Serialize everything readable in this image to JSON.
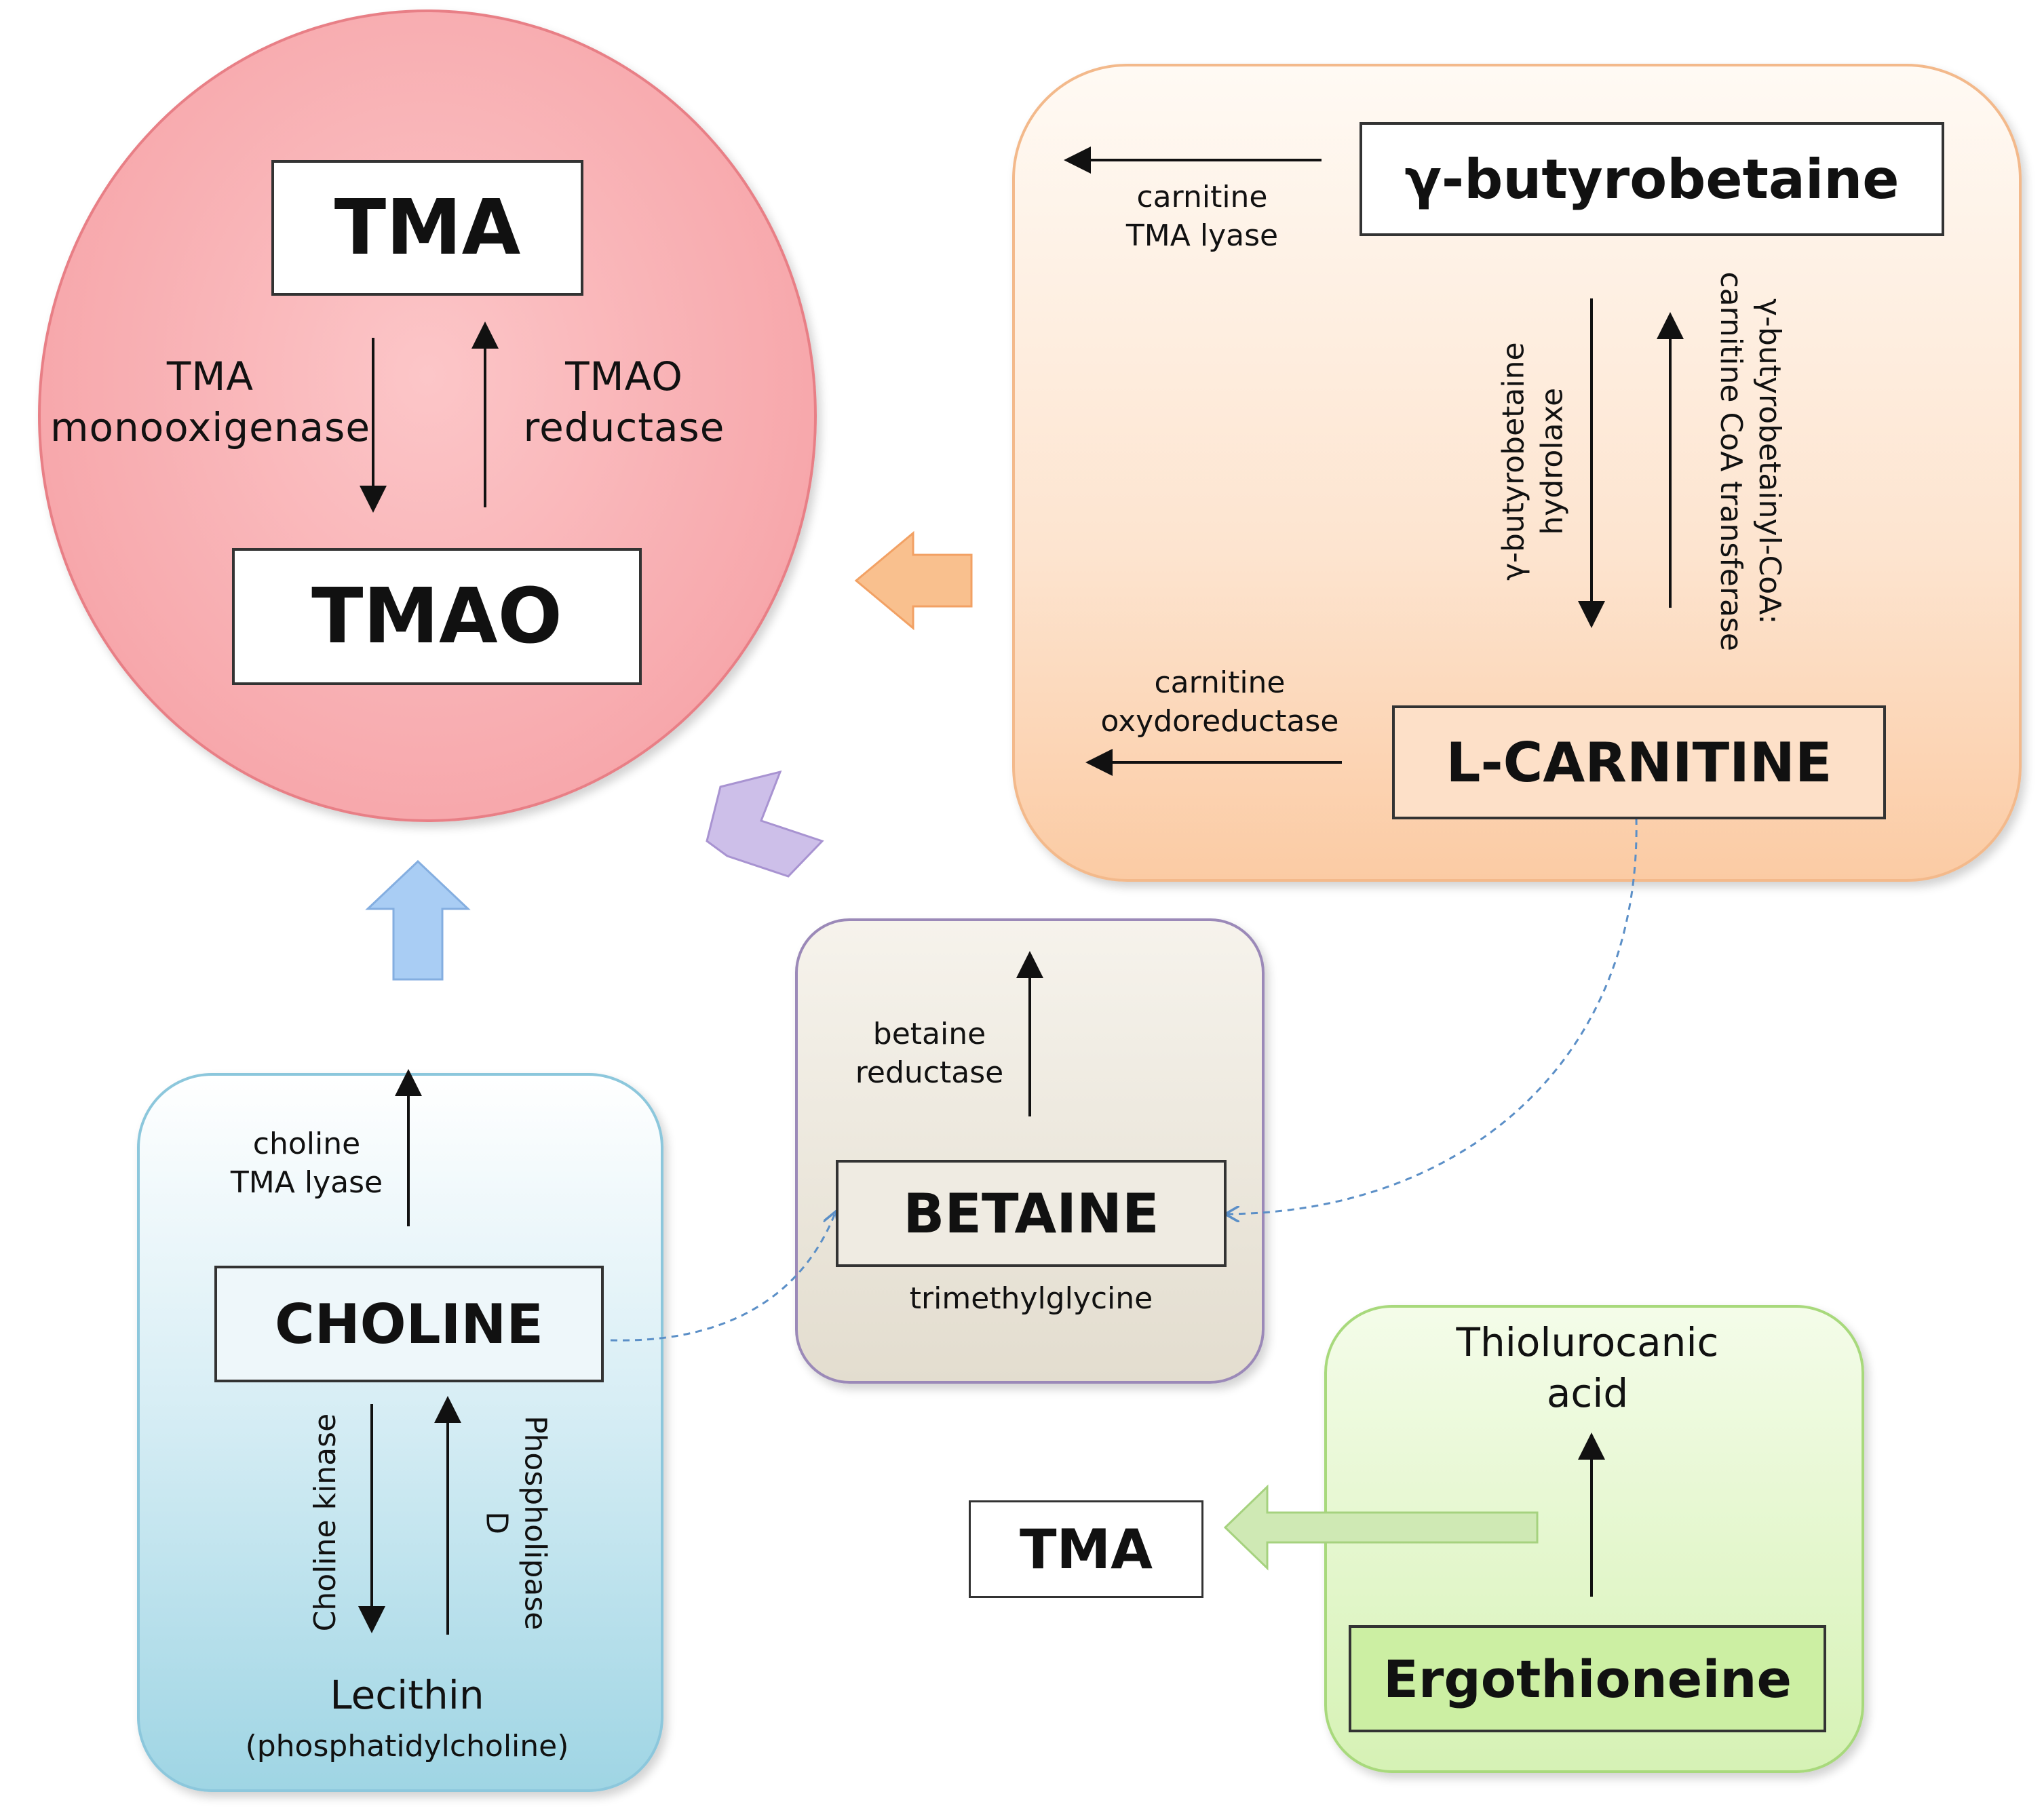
{
  "tmao_circle": {
    "tma": "TMA",
    "tmao": "TMAO",
    "monooxygenase": [
      "TMA",
      "monooxigenase"
    ],
    "reductase": [
      "TMAO",
      "reductase"
    ]
  },
  "carnitine_group": {
    "butyrobetaine": "γ-butyrobetaine",
    "lcarnitine": "L-CARNITINE",
    "lyase": [
      "carnitine",
      "TMA lyase"
    ],
    "oxydoreductase": [
      "carnitine",
      "oxydoreductase"
    ],
    "hydrolaxe": [
      "γ-butyrobetaine",
      "hydrolaxe"
    ],
    "transferase": [
      "γ-butyrobetainyl-CoA:",
      "carnitine CoA transferase"
    ]
  },
  "choline_group": {
    "choline": "CHOLINE",
    "lyase": [
      "choline",
      "TMA lyase"
    ],
    "kinase": "Choline kinase",
    "phospholipase": [
      "Phospholipase",
      "D"
    ],
    "lecithin": "Lecithin",
    "lecithin_sub": "(phosphatidylcholine)"
  },
  "betaine_group": {
    "betaine": "BETAINE",
    "sub": "trimethylglycine",
    "reductase": [
      "betaine",
      "reductase"
    ]
  },
  "ergo_group": {
    "ergothioneine": "Ergothioneine",
    "acid": [
      "Thiolurocanic",
      "acid"
    ],
    "tma": "TMA"
  },
  "colors": {
    "circle_fill": "#f7a8ac",
    "carnitine_fill": "#fcd2b2",
    "choline_fill": "#a9dbe7",
    "betaine_fill": "#e7e2d6",
    "ergo_fill": "#ddf5bf",
    "arrow_orange": "#f9c08e",
    "arrow_purple": "#cdbfe9",
    "arrow_blue": "#a9cdf4",
    "arrow_green": "#cfe9b4"
  }
}
